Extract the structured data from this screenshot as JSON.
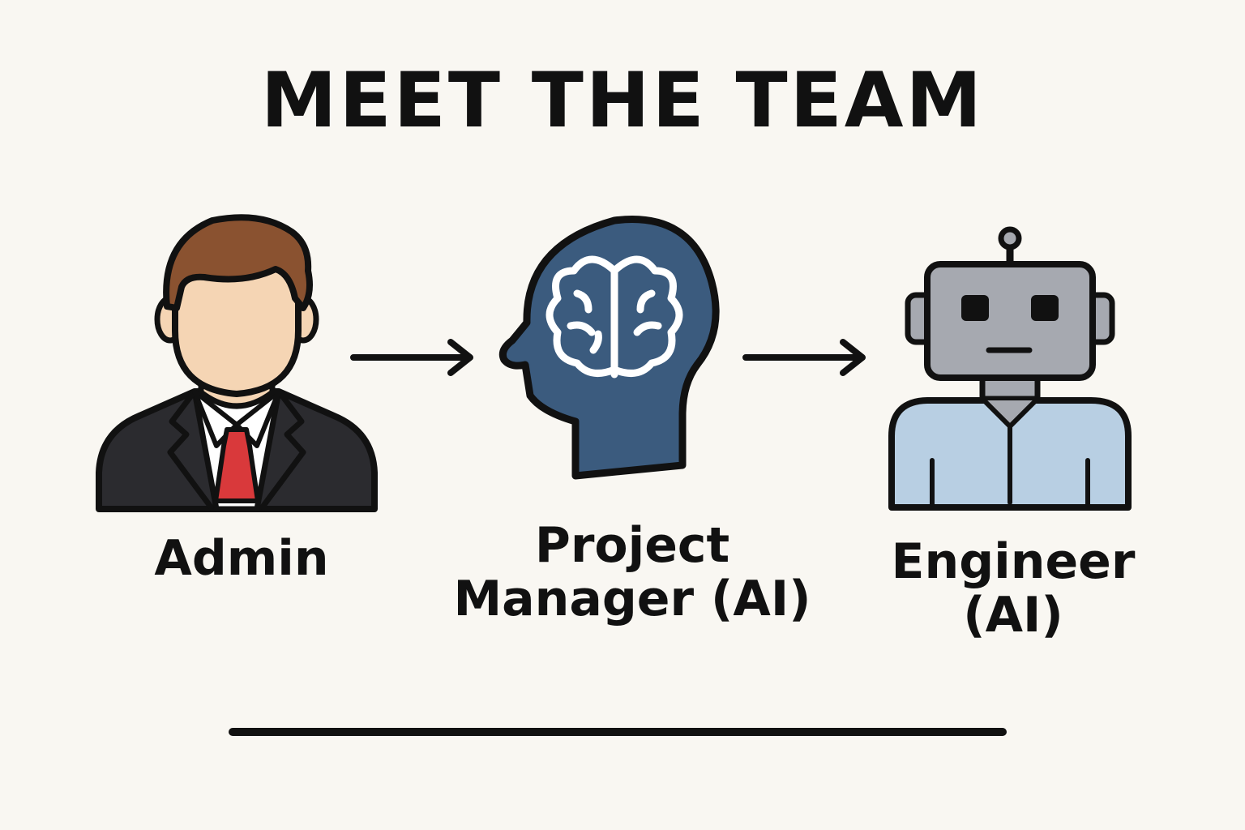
{
  "title": "MEET THE TEAM",
  "roles": [
    {
      "lines": [
        "Admin"
      ],
      "icon": "businessman-icon"
    },
    {
      "lines": [
        "Project",
        "Manager (AI)"
      ],
      "icon": "brain-head-icon"
    },
    {
      "lines": [
        "Engineer",
        "(AI)"
      ],
      "icon": "robot-icon"
    }
  ],
  "colors": {
    "background": "#f9f7f2",
    "ink": "#111111",
    "hair": "#8a5230",
    "skin": "#f5d5b4",
    "suit": "#2b2b2f",
    "tie": "#d9393b",
    "head_blue": "#3b5b7e",
    "robot_gray": "#a6a9b0",
    "robot_body": "#b8cfe3"
  }
}
